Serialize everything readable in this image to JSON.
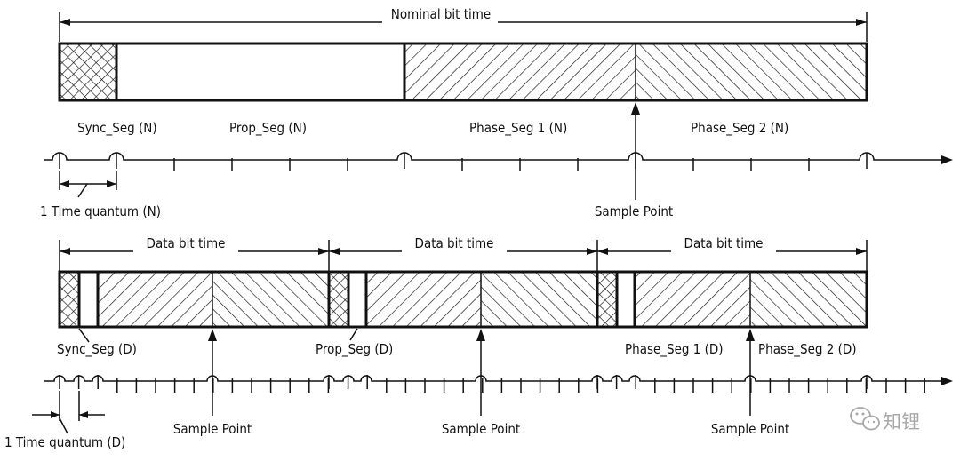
{
  "nominal": {
    "span_label": "Nominal bit time",
    "segments": {
      "sync": "Sync_Seg (N)",
      "prop": "Prop_Seg (N)",
      "phase1": "Phase_Seg 1 (N)",
      "phase2": "Phase_Seg 2 (N)"
    },
    "time_quantum_label": "1 Time quantum (N)",
    "sample_point_label": "Sample Point"
  },
  "data": {
    "span_labels": [
      "Data bit time",
      "Data bit time",
      "Data bit time"
    ],
    "segments": {
      "sync": "Sync_Seg (D)",
      "prop": "Prop_Seg (D)",
      "phase1": "Phase_Seg 1 (D)",
      "phase2": "Phase_Seg 2 (D)"
    },
    "time_quantum_label": "1 Time quantum (D)",
    "sample_point_labels": [
      "Sample Point",
      "Sample Point",
      "Sample Point"
    ]
  },
  "watermark": {
    "text": "知锂",
    "icon": "wechat-icon"
  },
  "colors": {
    "ink": "#111111",
    "background": "#ffffff",
    "watermark": "#9a9a9a"
  }
}
